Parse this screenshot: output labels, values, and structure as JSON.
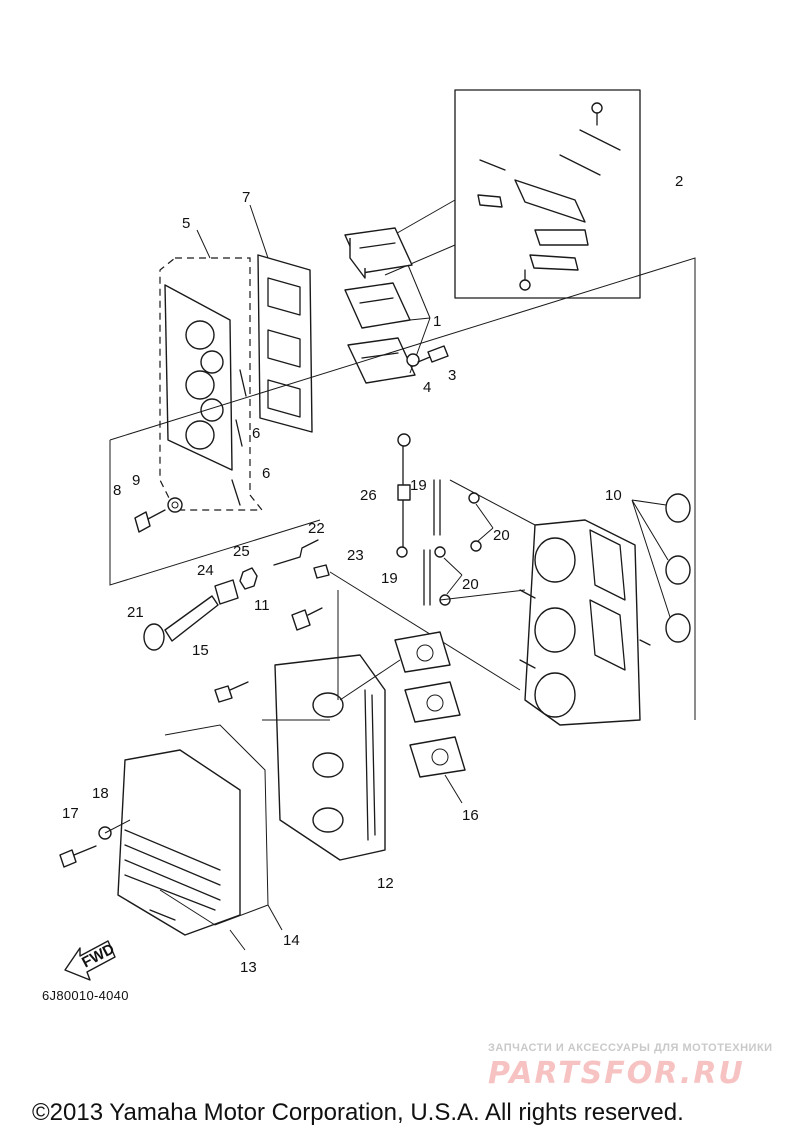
{
  "callouts": [
    {
      "id": "c1",
      "text": "1"
    },
    {
      "id": "c2",
      "text": "2"
    },
    {
      "id": "c3",
      "text": "3"
    },
    {
      "id": "c4",
      "text": "4"
    },
    {
      "id": "c5",
      "text": "5"
    },
    {
      "id": "c6a",
      "text": "6"
    },
    {
      "id": "c6b",
      "text": "6"
    },
    {
      "id": "c7",
      "text": "7"
    },
    {
      "id": "c8",
      "text": "8"
    },
    {
      "id": "c9",
      "text": "9"
    },
    {
      "id": "c10",
      "text": "10"
    },
    {
      "id": "c11",
      "text": "11"
    },
    {
      "id": "c12",
      "text": "12"
    },
    {
      "id": "c13",
      "text": "13"
    },
    {
      "id": "c14",
      "text": "14"
    },
    {
      "id": "c15",
      "text": "15"
    },
    {
      "id": "c16",
      "text": "16"
    },
    {
      "id": "c17",
      "text": "17"
    },
    {
      "id": "c18",
      "text": "18"
    },
    {
      "id": "c19a",
      "text": "19"
    },
    {
      "id": "c19b",
      "text": "19"
    },
    {
      "id": "c20a",
      "text": "20"
    },
    {
      "id": "c20b",
      "text": "20"
    },
    {
      "id": "c21",
      "text": "21"
    },
    {
      "id": "c22",
      "text": "22"
    },
    {
      "id": "c23",
      "text": "23"
    },
    {
      "id": "c24",
      "text": "24"
    },
    {
      "id": "c25",
      "text": "25"
    },
    {
      "id": "c26",
      "text": "26"
    }
  ],
  "fwd_label": "FWD",
  "diagram_code": "6J80010-4040",
  "watermark": {
    "caption": "ЗАПЧАСТИ И АКСЕССУАРЫ ДЛЯ МОТОТЕХНИКИ",
    "logo": "PARTSFOR.RU"
  },
  "copyright": "©2013 Yamaha Motor Corporation, U.S.A. All rights reserved."
}
